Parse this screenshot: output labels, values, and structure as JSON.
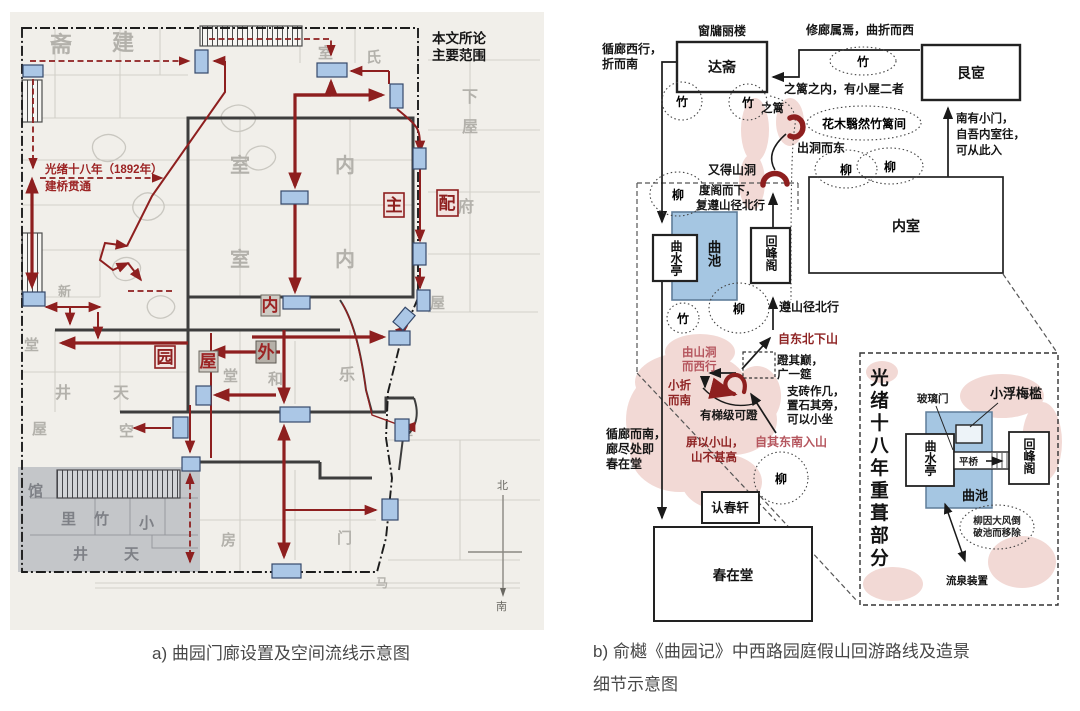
{
  "figure": {
    "panel_a": {
      "caption": "a) 曲园门廊设置及空间流线示意图",
      "scope_note": {
        "line1": "本文所论",
        "line2": "主要范围"
      },
      "bridge_note": {
        "line1": "光绪十八年（1892年）",
        "line2": "建桥贯通"
      },
      "zone_labels": {
        "main": "主",
        "pei": "配",
        "inner": "内",
        "outer": "外",
        "garden": "园",
        "house": "屋"
      },
      "compass": {
        "north": "北",
        "south": "南"
      },
      "faint_chars": [
        "斋",
        "建",
        "室",
        "氏",
        "下",
        "屋",
        "府",
        "室",
        "内",
        "室",
        "内",
        "屋",
        "新",
        "堂",
        "井",
        "天",
        "屋",
        "空",
        "堂",
        "和",
        "乐",
        "屋",
        "房",
        "门",
        "马",
        "馆",
        "里",
        "竹",
        "小",
        "井",
        "天"
      ]
    },
    "panel_b": {
      "caption": {
        "line1": "b) 俞樾《曲园记》中西路园庭假山回游路线及造景",
        "line2": "细节示意图"
      },
      "buildings": {
        "dazhai": "达斋",
        "genyi": "艮宧",
        "neishi": "内室",
        "qushuiting": "曲水亭",
        "quchi": "曲池",
        "huifengge": "回峰阁",
        "renchunxuan": "认春轩",
        "chunzaitang": "春在堂"
      },
      "plants": {
        "bamboo": "竹",
        "willow": "柳"
      },
      "notes": {
        "chuangyou": "窗牖丽楼",
        "xiulang": "修廊属焉，曲折而西",
        "xunlang_xi1": "循廊西行，",
        "xunlang_xi2": "折而南",
        "zhili_nei": "之篱之内，有小屋二者",
        "zhili": "之篱",
        "huamu": "花木翳然竹篱间",
        "chudong": "出洞而东",
        "youde": "又得山洞",
        "duge1": "度阁而下，",
        "duge2": "复遵山径北行",
        "nanyou1": "南有小门，",
        "nanyou2": "自吾内室往，",
        "nanyou3": "可从此入",
        "zunshan": "遵山径北行",
        "deng1": "蹬其巅，",
        "deng2": "广一筵",
        "deng3": "支砖作几，",
        "deng4": "置石其旁，",
        "deng5": "可以小坐",
        "youtiji": "有梯级可蹬",
        "xunlang_nan1": "循廊而南，",
        "xunlang_nan2": "廊尽处即",
        "xunlang_nan3": "春在堂"
      },
      "notes_red": {
        "zidongbei": "自东北下山",
        "youshandong1": "由山洞",
        "youshandong2": "而西行",
        "xiaozhe1": "小折",
        "xiaozhe2": "而南",
        "pingyi1": "屏以小山，",
        "pingyi2": "山不甚高",
        "ziqi": "自其东南入山"
      },
      "inset": {
        "title": "光绪十八年重葺部分",
        "glass_door": "玻璃门",
        "xiaofumeijian": "小浮梅槛",
        "pingqiao": "平桥",
        "willow_note1": "柳因大风倒",
        "willow_note2": "破池而移除",
        "liuquan": "流泉装置"
      }
    },
    "colors": {
      "accent_red": "#8e1f1f",
      "rose_red": "#b5565e",
      "door_blue": "#abc7e6",
      "pool_blue": "#a5c6e2",
      "pink_hill": "#f2d9d5"
    }
  }
}
